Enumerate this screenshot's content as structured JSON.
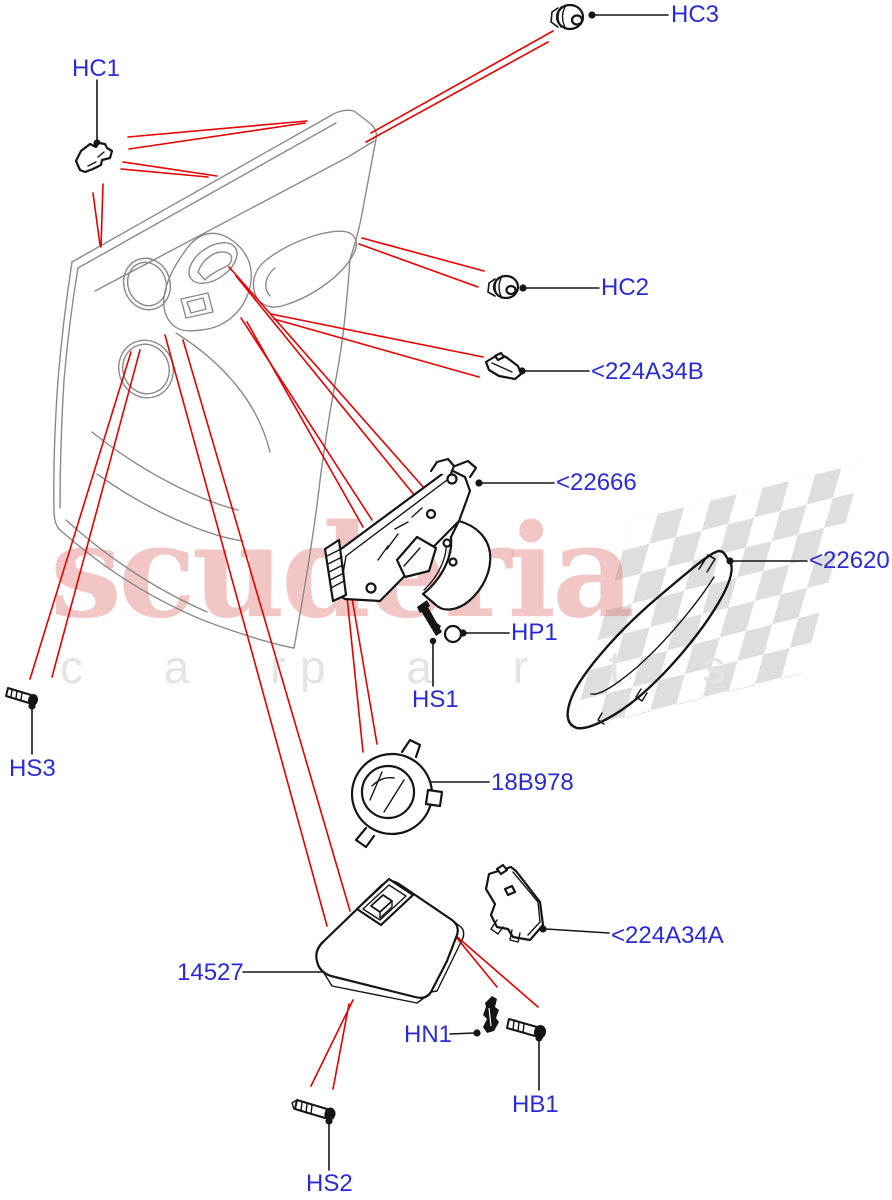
{
  "diagram": {
    "title_context": "door trim panel exploded parts diagram",
    "labels": {
      "hc1": "HC1",
      "hc3": "HC3",
      "hc2": "HC2",
      "p224a34b": "<224A34B",
      "p22666": "<22666",
      "p22620": "<22620",
      "hp1": "HP1",
      "hs1": "HS1",
      "p18b978": "18B978",
      "hs3": "HS3",
      "p224a34a": "<224A34A",
      "p14527": "14527",
      "hn1": "HN1",
      "hb1": "HB1",
      "hs2": "HS2"
    },
    "watermark": {
      "brand": "scuderia",
      "tagline_left": "c a r",
      "tagline_right": "p a r t s"
    },
    "colors": {
      "label_blue": "#2b2bd5",
      "callout_red": "#e60000",
      "line_gray": "#8a8a8a",
      "part_black": "#151515",
      "flag_gray": "#dadada"
    }
  }
}
